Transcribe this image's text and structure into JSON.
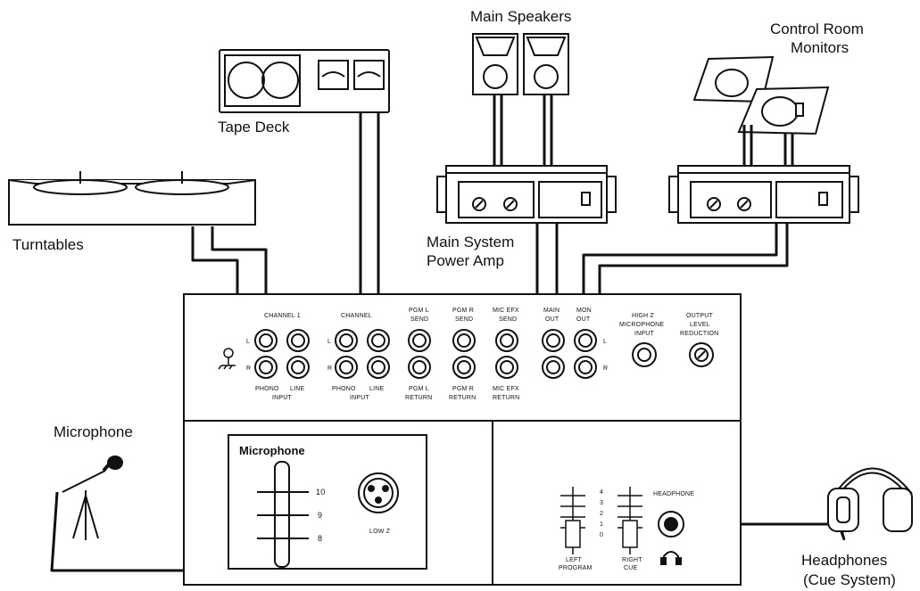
{
  "devices": {
    "main_speakers": "Main Speakers",
    "control_room_monitors_line1": "Control Room",
    "control_room_monitors_line2": "Monitors",
    "tape_deck": "Tape Deck",
    "turntables": "Turntables",
    "power_amp_line1": "Main System",
    "power_amp_line2": "Power Amp",
    "microphone": "Microphone",
    "headphones_line1": "Headphones",
    "headphones_line2": "(Cue System)"
  },
  "mixer": {
    "jacks": {
      "channel1": "CHANNEL 1",
      "channel2": "CHANNEL",
      "pgm_l_send_1": "PGM L",
      "pgm_l_send_2": "SEND",
      "pgm_r_send_1": "PGM R",
      "pgm_r_send_2": "SEND",
      "mic_efx_send_1": "MIC EFX",
      "mic_efx_send_2": "SEND",
      "main_out_1": "MAIN",
      "main_out_2": "OUT",
      "mon_out_1": "MON",
      "mon_out_2": "OUT",
      "high_z_1": "HIGH Z",
      "high_z_2": "MICROPHONE",
      "high_z_3": "INPUT",
      "out_level_1": "OUTPUT",
      "out_level_2": "LEVEL",
      "out_level_3": "REDUCTION",
      "phono": "PHONO",
      "line": "LINE",
      "input": "INPUT",
      "pgm_l_return_1": "PGM L",
      "pgm_l_return_2": "RETURN",
      "pgm_r_return_1": "PGM R",
      "pgm_r_return_2": "RETURN",
      "mic_efx_return_1": "MIC EFX",
      "mic_efx_return_2": "RETURN",
      "left_mark": "L",
      "right_mark": "R"
    },
    "mic_panel": {
      "title": "Microphone",
      "scale": [
        "10",
        "9",
        "8"
      ],
      "xlr_label": "LOW Z"
    },
    "cue_panel": {
      "headphone": "HEADPHONE",
      "scale": [
        "4",
        "3",
        "2",
        "1",
        "0"
      ],
      "left_program_1": "LEFT",
      "left_program_2": "PROGRAM",
      "right_cue_1": "RIGHT",
      "right_cue_2": "CUE"
    }
  }
}
